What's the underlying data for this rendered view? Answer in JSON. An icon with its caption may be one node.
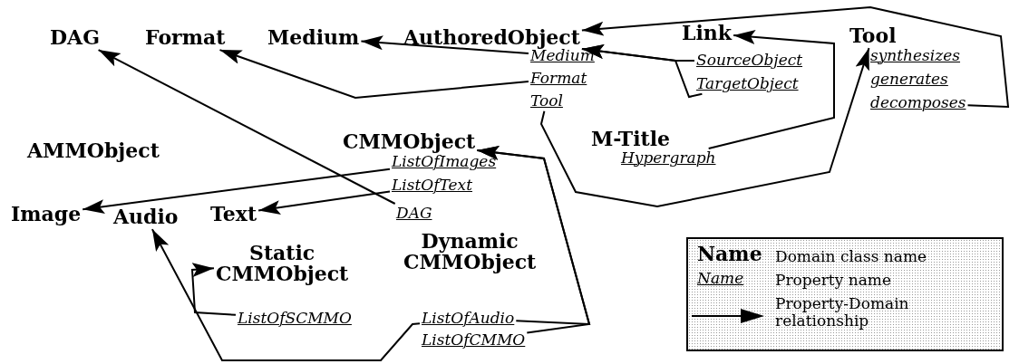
{
  "diagram": {
    "nodes": [
      {
        "text": [
          "DAG"
        ]
      },
      {
        "text": [
          "Format"
        ]
      },
      {
        "text": [
          "Medium"
        ]
      },
      {
        "text": [
          "AuthoredObject"
        ]
      },
      {
        "text": [
          "Link"
        ]
      },
      {
        "text": [
          "Tool"
        ]
      },
      {
        "text": [
          "Medium"
        ]
      },
      {
        "text": [
          "Format"
        ]
      },
      {
        "text": [
          "Tool"
        ]
      },
      {
        "text": [
          "SourceObject"
        ]
      },
      {
        "text": [
          "TargetObject"
        ]
      },
      {
        "text": [
          "synthesizes"
        ]
      },
      {
        "text": [
          "generates"
        ]
      },
      {
        "text": [
          "decomposes"
        ]
      },
      {
        "text": [
          "AMMObject"
        ]
      },
      {
        "text": [
          "CMMObject"
        ]
      },
      {
        "text": [
          "M-Title"
        ]
      },
      {
        "text": [
          "Hypergraph"
        ]
      },
      {
        "text": [
          "ListOfImages"
        ]
      },
      {
        "text": [
          "ListOfText"
        ]
      },
      {
        "text": [
          "Image"
        ]
      },
      {
        "text": [
          "Audio"
        ]
      },
      {
        "text": [
          "Text"
        ]
      },
      {
        "text": [
          "DAG"
        ]
      },
      {
        "text": [
          "Static CMMObject"
        ]
      },
      {
        "text": [
          "Dynamic CMMObject"
        ]
      },
      {
        "text": [
          "ListOfSCMMO"
        ]
      },
      {
        "text": [
          "ListOfAudio"
        ]
      },
      {
        "text": [
          "ListOfCMMO"
        ]
      }
    ],
    "edges": [
      {
        "from": 6,
        "to": 2,
        "arrow": "to"
      },
      {
        "from": 7,
        "to": 1,
        "arrow": "to"
      },
      {
        "from": 8,
        "to": 5,
        "arrow": "to"
      },
      {
        "from": 9,
        "to": 3,
        "arrow": "to"
      },
      {
        "from": 10,
        "to": 3,
        "arrow": "to"
      },
      {
        "from": 17,
        "to": 4,
        "arrow": "to"
      },
      {
        "from": 13,
        "to": 3,
        "arrow": "to"
      },
      {
        "from": 18,
        "to": 20,
        "arrow": "to"
      },
      {
        "from": 19,
        "to": 22,
        "arrow": "to"
      },
      {
        "from": 23,
        "to": 0,
        "arrow": "to"
      },
      {
        "from": 27,
        "to": 15,
        "arrow": "to"
      },
      {
        "from": 28,
        "to": 15,
        "arrow": "to"
      },
      {
        "from": 27,
        "to": 21,
        "arrow": "to"
      },
      {
        "from": 26,
        "to": 24,
        "arrow": "to"
      }
    ],
    "labels": [
      "Name",
      "Name"
    ],
    "legend": [
      {
        "text": "Domain class name"
      },
      {
        "text": "Property name"
      },
      {
        "text": "Property-Domain relationship"
      }
    ]
  }
}
